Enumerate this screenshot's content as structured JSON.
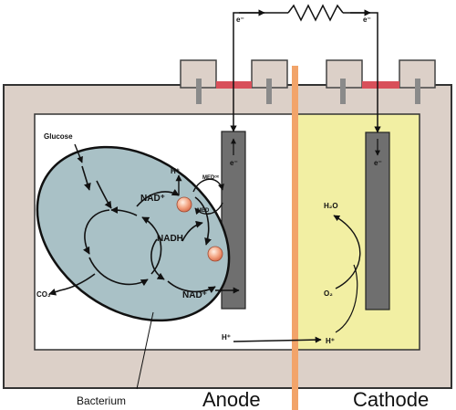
{
  "labels": {
    "glucose": "Glucose",
    "co2": "CO₂",
    "nad_plus_top": "NAD⁺",
    "nadh": "NADH",
    "nad_plus_bottom": "NAD⁺",
    "h_plus_bacterium": "H⁺",
    "med_ox": "MEDᵒˣ",
    "med_red": "MED",
    "h_plus_anode": "H⁺",
    "h_plus_cathode": "H⁺",
    "h2o": "H₂O",
    "o2": "O₂",
    "e_left": "e⁻",
    "e_right": "e⁻",
    "e_anode": "e⁻",
    "e_cathode": "e⁻",
    "bacterium": "Bacterium",
    "anode": "Anode",
    "cathode": "Cathode"
  },
  "colors": {
    "chamber_wall": "#dcd0c8",
    "cathode_fill": "#f2efa3",
    "bacterium_fill": "#a9c1c6",
    "electrode": "#6f6f6f",
    "membrane": "#f2a46a",
    "salt_bridge_red": "#d8505a"
  }
}
